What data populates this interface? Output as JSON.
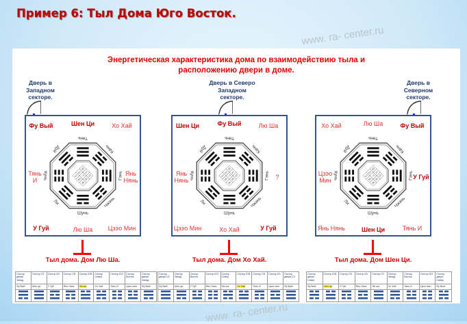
{
  "title": "Пример 6: Тыл Дома Юго Восток.",
  "heading": [
    "Энергетическая характеристика дома по взаимодействию тыла и",
    "расположению двери в доме."
  ],
  "watermark": "www. ra- center.ru",
  "bagua": {
    "trigram_names": [
      "Тянь",
      "Кань",
      "Гэнь",
      "Чжэнь",
      "Шунь",
      "Ли",
      "Кунь",
      "Дуй"
    ],
    "trigrams": [
      "111",
      "010",
      "100",
      "001",
      "011",
      "101",
      "000",
      "110"
    ],
    "square": [
      "9",
      "1",
      "5",
      "3",
      "7",
      "6",
      "2",
      "8",
      "4"
    ]
  },
  "houses": [
    {
      "door_caption": [
        "Дверь в",
        "Западном",
        "секторе."
      ],
      "tail": "Тыл дома. Дом Лю Ша.",
      "labels": {
        "nw": "Фу Вый",
        "n": "Шен Ци",
        "ne": "Хо Хай",
        "w": "Тянь И",
        "e": "Янь Нянь",
        "sw": "У Гуй",
        "s": "Лю Ша",
        "se": "Цзэо Мин"
      }
    },
    {
      "door_caption": [
        "Дверь в Северо",
        "Западном",
        "секторе."
      ],
      "tail": "Тыл дома. Дом Хо Хай.",
      "labels": {
        "nw": "Шен Ци",
        "n": "Фу Вый",
        "ne": "Лю Ша",
        "w": "Янь Нянь",
        "e": "?",
        "sw": "Цзэо Мин",
        "s": "Хо Хай",
        "se": "У Гуй"
      }
    },
    {
      "door_caption": [
        "Дверь в",
        "Северном",
        "секторе."
      ],
      "tail": "Тыл дома. Дом Шен Ци.",
      "labels": {
        "nw": "Хо Хай",
        "n": "Лю Ша",
        "ne": "Фу Вый",
        "w": "Цзэо Мин",
        "e": "У Гуй",
        "sw": "Янь Нянь",
        "s": "Шен Ци",
        "se": "Тянь И"
      }
    }
  ],
  "tables": [
    {
      "headers": [
        "Сектор двери Запад",
        "Сектор СЗ",
        "Сектор Юг",
        "Сектор СВ",
        "Сектор ЮВ",
        "Сектор Север",
        "Сектор ЮЗ",
        "Сектор Восток",
        "Сектор двери Запад"
      ],
      "values": [
        "Фу Вый",
        "Шен ци",
        "У Гуй",
        "Янь Нянь",
        "Лю ша",
        "Хо Хай",
        "Тянь И",
        "Цзэо мин",
        "Фу Вый"
      ],
      "highlight": 4,
      "trigrams": [
        "110",
        "111",
        "101",
        "100",
        "011",
        "010",
        "000",
        "001",
        "110"
      ]
    },
    {
      "headers": [
        "Сектор двери СЗ",
        "Сектор Запад",
        "Сектор Восток",
        "Сектор ЮЗ",
        "Сектор Север",
        "Сектор ЮВ",
        "Сектор СВ",
        "Сектор Юг",
        "Сектор двери СЗ"
      ],
      "values": [
        "Фу Вый",
        "Шен ци",
        "У Гуй",
        "Янь Нянь",
        "Лю ша",
        "Хо Хай",
        "Тянь И",
        "Цзэо мин",
        "Фу Вый"
      ],
      "highlight": 5,
      "trigrams": [
        "111",
        "110",
        "001",
        "000",
        "010",
        "011",
        "100",
        "101",
        "111"
      ]
    },
    {
      "headers": [
        "Сектор двери Север",
        "Сектор ЮВ",
        "Сектор СВ",
        "Сектор Юг",
        "Сектор СЗ",
        "Сектор Запад",
        "Сектор Восток",
        "Сектор ЮЗ",
        "Сектор двери Север"
      ],
      "values": [
        "Фу Вый",
        "Шен ци",
        "У Гуй",
        "Янь Нянь",
        "Лю ша",
        "Хо Хай",
        "Тянь И",
        "Цзэо мин",
        "Фу Вый"
      ],
      "highlight": 1,
      "trigrams": [
        "010",
        "011",
        "100",
        "101",
        "111",
        "110",
        "001",
        "000",
        "010"
      ]
    }
  ],
  "colors": {
    "title": "#c00000",
    "house_border": "#2f5597",
    "accent": "#ff0000"
  }
}
